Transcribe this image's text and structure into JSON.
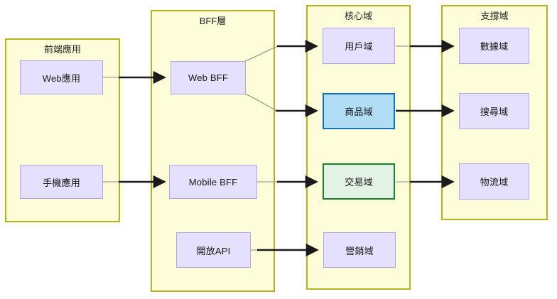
{
  "diagram": {
    "title_groups": [
      {
        "id": "frontend",
        "label": "前端應用"
      },
      {
        "id": "bff",
        "label": "BFF層"
      },
      {
        "id": "core",
        "label": "核心域"
      },
      {
        "id": "support",
        "label": "支撐域"
      }
    ],
    "nodes": [
      {
        "id": "web-app",
        "label": "Web應用",
        "style": "default"
      },
      {
        "id": "mobile-app",
        "label": "手機應用",
        "style": "default"
      },
      {
        "id": "web-bff",
        "label": "Web BFF",
        "style": "default"
      },
      {
        "id": "mobile-bff",
        "label": "Mobile BFF",
        "style": "default"
      },
      {
        "id": "open-api",
        "label": "開放API",
        "style": "default"
      },
      {
        "id": "user-domain",
        "label": "用戶域",
        "style": "default"
      },
      {
        "id": "product-domain",
        "label": "商品域",
        "style": "highlight-blue"
      },
      {
        "id": "trade-domain",
        "label": "交易域",
        "style": "highlight-green"
      },
      {
        "id": "marketing-domain",
        "label": "營銷域",
        "style": "default"
      },
      {
        "id": "data-domain",
        "label": "數據域",
        "style": "default"
      },
      {
        "id": "search-domain",
        "label": "搜尋域",
        "style": "default"
      },
      {
        "id": "logistics-domain",
        "label": "物流域",
        "style": "default"
      }
    ],
    "edges": [
      {
        "from": "web-app",
        "to": "web-bff"
      },
      {
        "from": "mobile-app",
        "to": "mobile-bff"
      },
      {
        "from": "web-bff",
        "to": "user-domain"
      },
      {
        "from": "web-bff",
        "to": "product-domain"
      },
      {
        "from": "mobile-bff",
        "to": "trade-domain"
      },
      {
        "from": "open-api",
        "to": "marketing-domain"
      },
      {
        "from": "user-domain",
        "to": "data-domain"
      },
      {
        "from": "product-domain",
        "to": "search-domain"
      },
      {
        "from": "trade-domain",
        "to": "logistics-domain"
      }
    ],
    "colors": {
      "group_fill": "#fdfdd9",
      "group_border": "#b3b31e",
      "node_fill": "#e5e0fb",
      "node_border": "#b4a4e8",
      "highlight_blue_fill": "#b1dcf5",
      "highlight_blue_border": "#1670b4",
      "highlight_green_fill": "#e2f2e4",
      "highlight_green_border": "#1d7a33",
      "edge": "#1a1a1a",
      "background": "#ffffff"
    }
  }
}
